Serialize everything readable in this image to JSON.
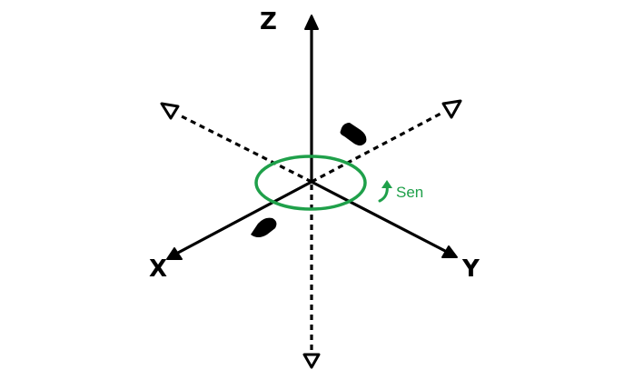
{
  "axes": {
    "z_label": "Z",
    "y_label": "Y",
    "x_label": "X"
  },
  "rotation": {
    "label": "Sen",
    "color": "#1fa04a"
  },
  "icons": {
    "rotation_arrow": "curved-arrow-icon",
    "arrowhead_filled": "filled-arrowhead-icon",
    "arrowhead_hollow": "hollow-arrowhead-icon"
  }
}
